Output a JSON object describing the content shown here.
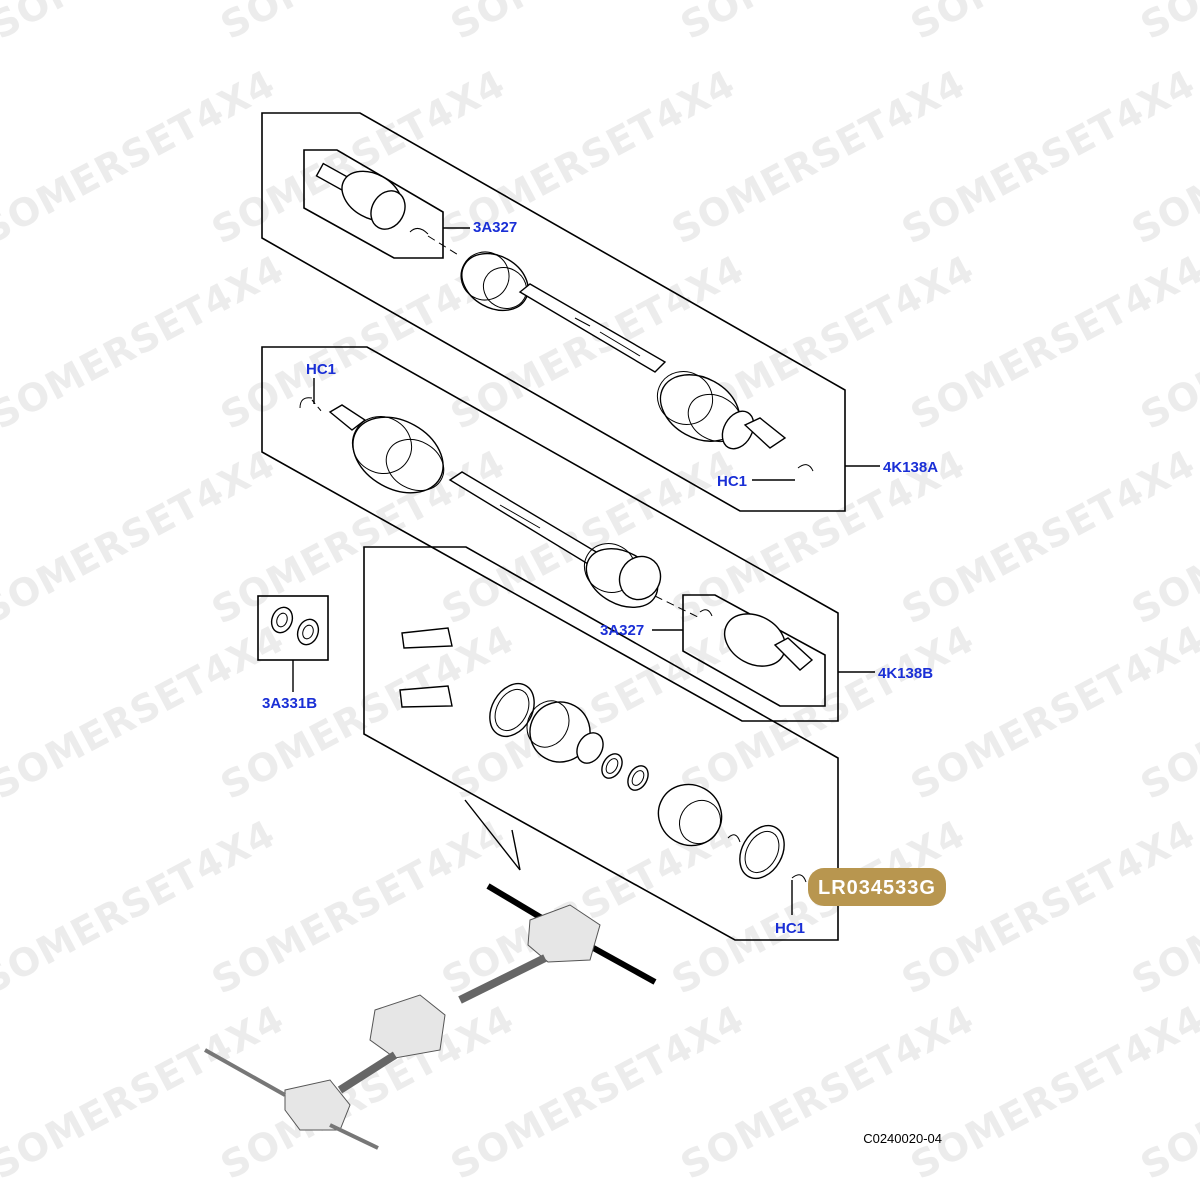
{
  "watermark": {
    "text": "SOMERSET4X4"
  },
  "callouts": {
    "shaft_a_joint": "3A327",
    "shaft_a_clip": "HC1",
    "shaft_a": "4K138A",
    "shaft_b_clip": "HC1",
    "shaft_b_joint": "3A327",
    "shaft_b": "4K138B",
    "seals": "3A331B",
    "kit_clip": "HC1"
  },
  "badge": {
    "label": "LR034533G",
    "color": "#b8964f"
  },
  "figure_code": "C0240020-04",
  "colors": {
    "callout": "#1a2fd6",
    "watermark": "#ececec"
  }
}
